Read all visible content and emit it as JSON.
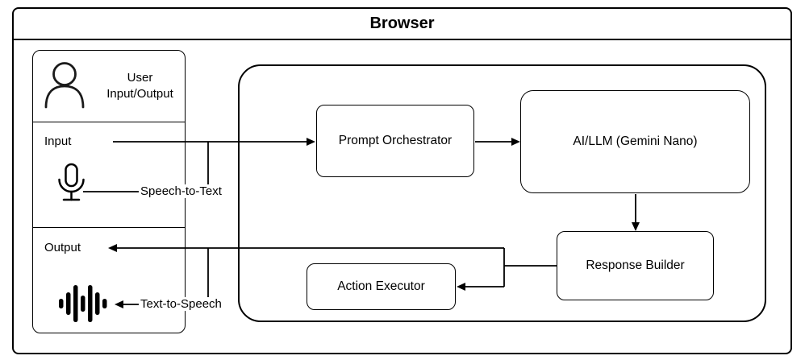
{
  "diagram": {
    "title": "Browser",
    "user_panel": {
      "header": "User Input/Output",
      "input_label": "Input",
      "speech_to_text": "Speech-to-Text",
      "output_label": "Output",
      "text_to_speech": "Text-to-Speech"
    },
    "nodes": {
      "prompt_orchestrator": "Prompt Orchestrator",
      "ai_llm": "AI/LLM (Gemini Nano)",
      "response_builder": "Response Builder",
      "action_executor": "Action Executor"
    },
    "colors": {
      "stroke": "#000000",
      "background": "#ffffff"
    }
  }
}
